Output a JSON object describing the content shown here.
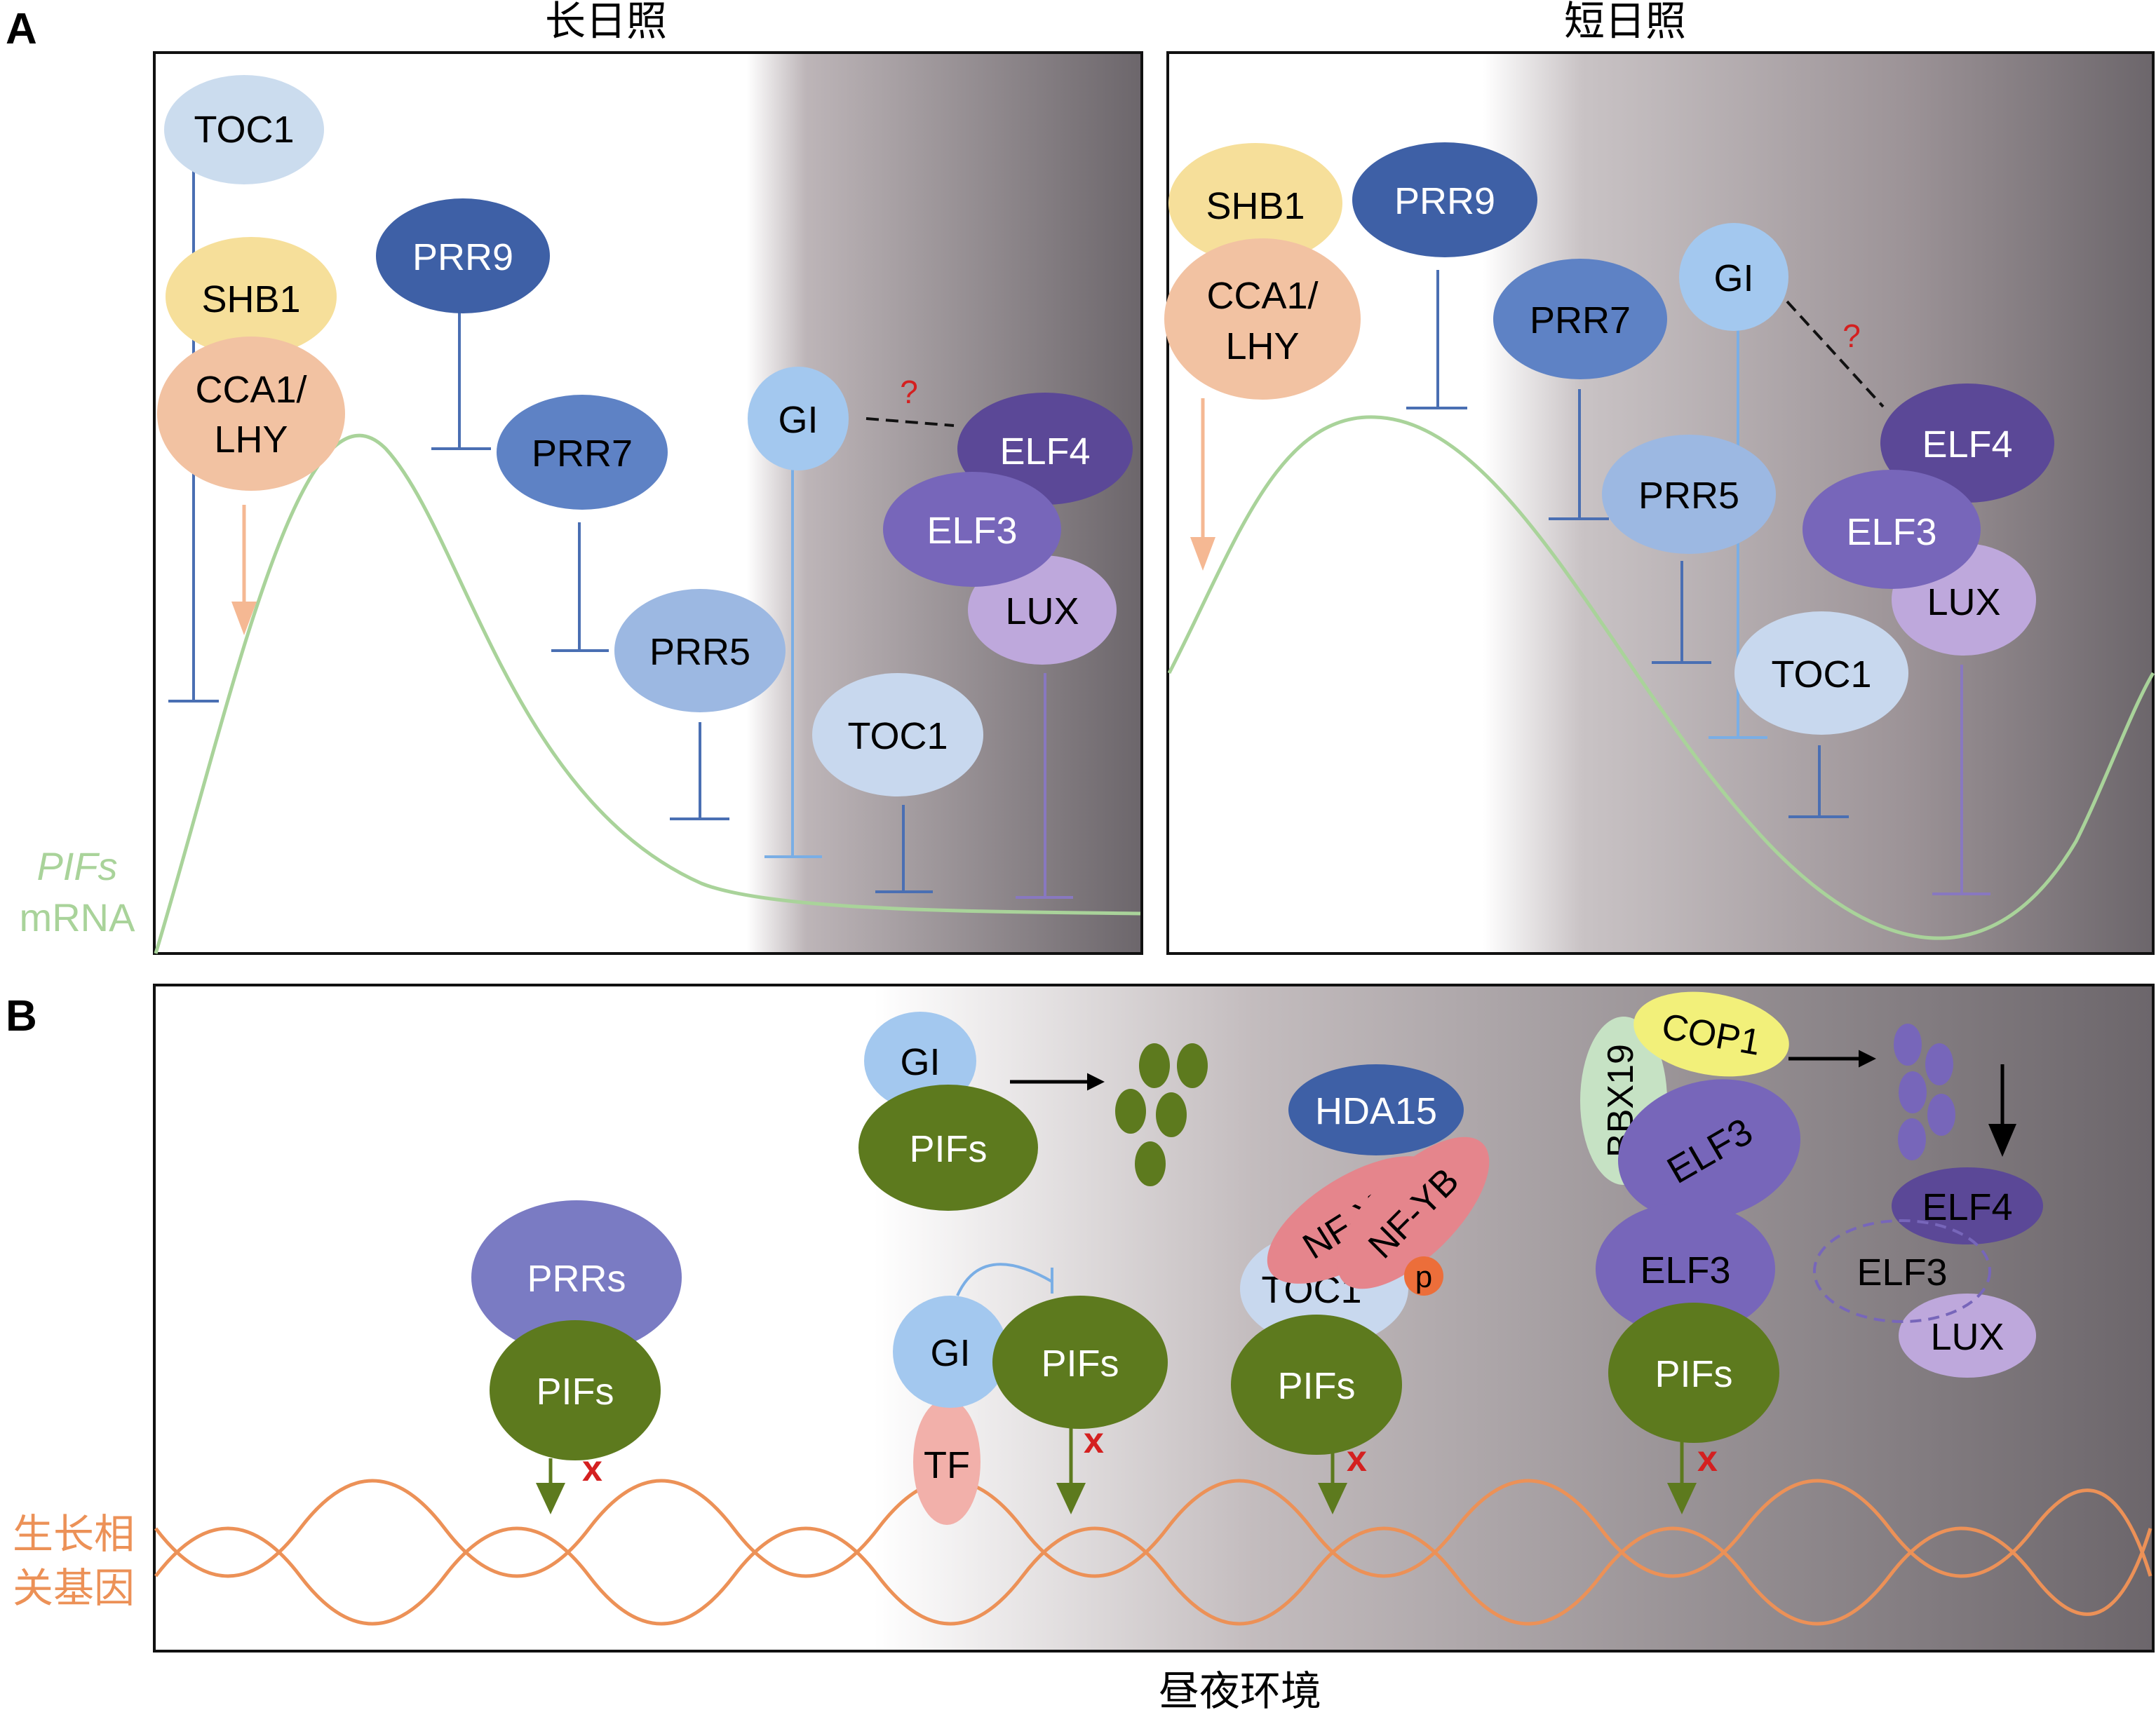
{
  "panel_a": {
    "letter": "A",
    "long_day": {
      "title": "长日照",
      "nodes": {
        "toc1_top": "TOC1",
        "shb1": "SHB1",
        "cca1": "CCA1/",
        "lhy": "LHY",
        "prr9": "PRR9",
        "prr7": "PRR7",
        "prr5": "PRR5",
        "gi": "GI",
        "question": "?",
        "elf4": "ELF4",
        "elf3": "ELF3",
        "lux": "LUX",
        "toc1_bottom": "TOC1"
      }
    },
    "short_day": {
      "title": "短日照",
      "nodes": {
        "shb1": "SHB1",
        "cca1": "CCA1/",
        "lhy": "LHY",
        "prr9": "PRR9",
        "prr7": "PRR7",
        "gi": "GI",
        "question": "?",
        "elf4": "ELF4",
        "prr5": "PRR5",
        "elf3": "ELF3",
        "lux": "LUX",
        "toc1": "TOC1"
      }
    },
    "y_label_line1": "PIFs",
    "y_label_line2": "mRNA"
  },
  "panel_b": {
    "letter": "B",
    "x_label": "昼夜环境",
    "gene_label_line1": "生长相",
    "gene_label_line2": "关基因",
    "nodes": {
      "prrs": "PRRs",
      "pifs_1": "PIFs",
      "gi_top": "GI",
      "pifs_top": "PIFs",
      "gi_mid": "GI",
      "tf": "TF",
      "pifs_2": "PIFs",
      "hda15": "HDA15",
      "nfyc": "NF-YC",
      "nfyb": "NF-YB",
      "toc1": "TOC1",
      "p": "p",
      "pifs_3": "PIFs",
      "bbx19": "BBX19",
      "cop1": "COP1",
      "elf3_top": "ELF3",
      "elf4": "ELF4",
      "elf3_dashed": "ELF3",
      "lux": "LUX",
      "elf3_mid": "ELF3",
      "pifs_4": "PIFs",
      "x_mark": "x"
    }
  },
  "colors": {
    "curve_green": "#a9d39a",
    "inhibit_blue": "#4a6fb3",
    "light_blue_line": "#7aaee5",
    "purple_line": "#8878c0",
    "peach_arrow": "#f5b893",
    "question_red": "#d42020",
    "gene_orange": "#ec9157",
    "pif_green": "#5d7a1e"
  }
}
